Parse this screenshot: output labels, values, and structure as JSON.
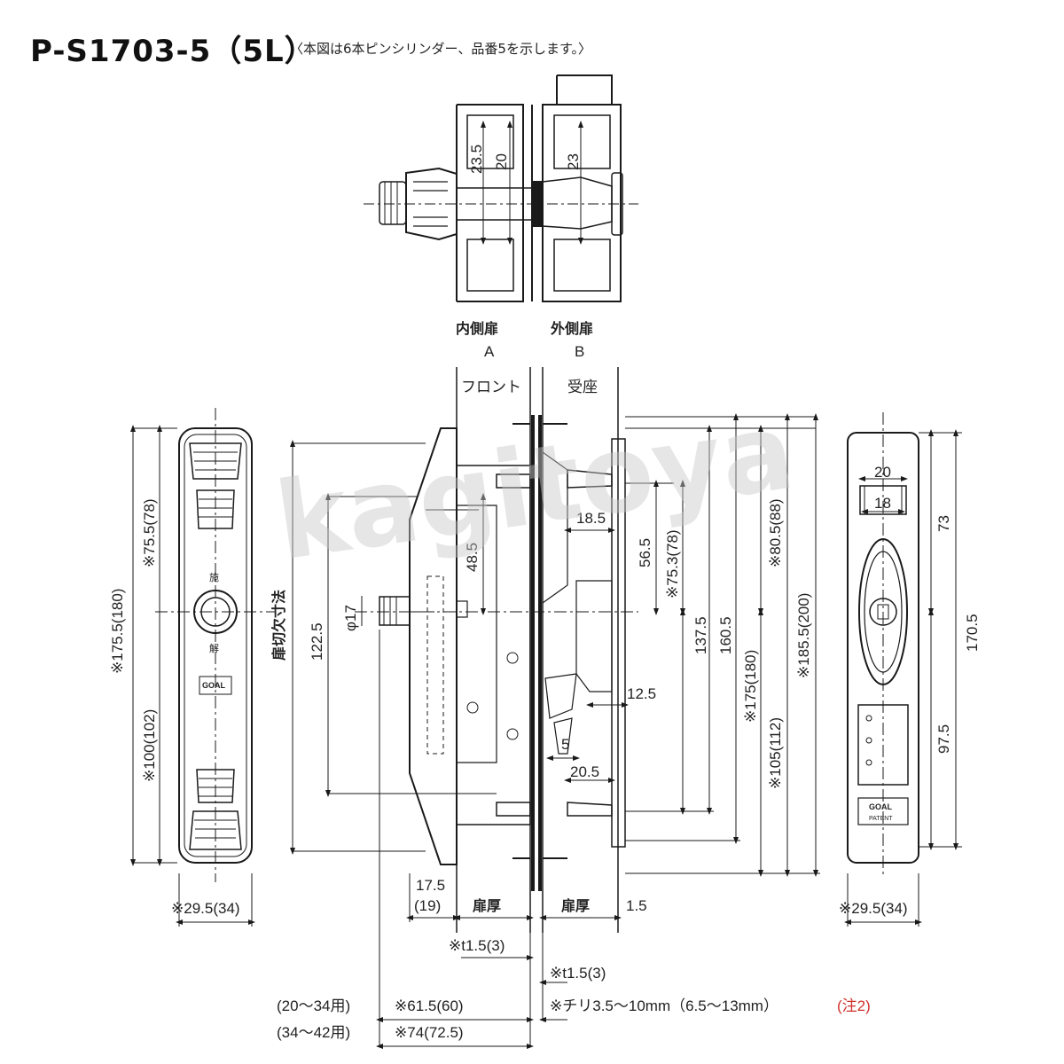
{
  "title": "P-S1703-5（5L）",
  "subtitle": "〈本図は6本ピンシリンダー、品番5を示します。〉",
  "watermark": "kagitoya",
  "labels": {
    "inner_door": "内側扉",
    "outer_door": "外側扉",
    "a": "A",
    "b": "B",
    "front": "フロント",
    "strike": "受座",
    "door_cut": "扉切欠寸法",
    "door_thickness_a": "扉厚",
    "door_thickness_b": "扉厚",
    "plate_top": "施",
    "plate_bottom": "解",
    "brand_left": "GOAL",
    "brand_right": "GOAL",
    "patent": "PATENT"
  },
  "dims_top": {
    "d1": "23.5",
    "d2": "20",
    "d3": "23"
  },
  "dims_left": {
    "h1": "※175.5(180)",
    "h2": "※75.5(78)",
    "h3": "※100(102)",
    "w": "※29.5(34)"
  },
  "dims_center": {
    "cut": "122.5",
    "d48": "48.5",
    "phi": "φ17",
    "d185": "18.5",
    "d565": "56.5",
    "d753": "※75.3(78)",
    "d805": "※80.5(88)",
    "d1375": "137.5",
    "d1605": "160.5",
    "d175": "※175(180)",
    "d1855": "※185.5(200)",
    "d125": "12.5",
    "d105": "※105(112)",
    "d5": "5",
    "d205": "20.5",
    "d175b": "17.5",
    "d19": "(19)",
    "d15": "1.5",
    "t15a": "※t1.5(3)",
    "t15b": "※t1.5(3)",
    "r1": "(20～34用)",
    "r2": "(34～42用)",
    "v1": "※61.5(60)",
    "v2": "※74(72.5)",
    "chiri": "※チリ3.5～10mm（6.5～13mm）",
    "note": "(注2)"
  },
  "dims_right": {
    "w20": "20",
    "w18": "18",
    "d73": "73",
    "d1705": "170.5",
    "d975": "97.5",
    "w": "※29.5(34)"
  },
  "colors": {
    "line": "#1a1a1a",
    "note": "#d0312d"
  }
}
